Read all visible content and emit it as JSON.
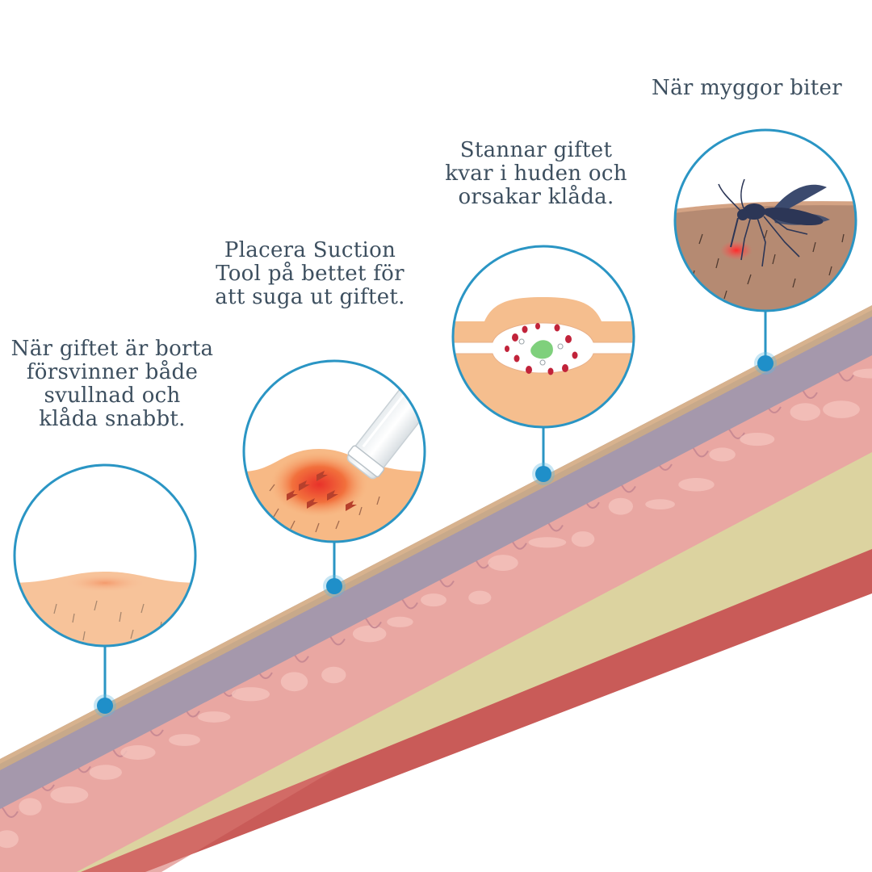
{
  "steps": [
    {
      "id": "step-relief",
      "caption_lines": [
        "När giftet är borta",
        "försvinner både",
        "svullnad och",
        "klåda snabbt."
      ],
      "illustration": "faded-swelling-skin"
    },
    {
      "id": "step-suction",
      "caption_lines": [
        "Placera Suction",
        "Tool på bettet för",
        "att suga ut giftet."
      ],
      "illustration": "suction-tool-on-bite"
    },
    {
      "id": "step-venom",
      "caption_lines": [
        "Stannar giftet",
        "kvar i huden och",
        "orsakar klåda."
      ],
      "illustration": "venom-under-skin"
    },
    {
      "id": "step-bite",
      "caption_lines": [
        "När myggor biter"
      ],
      "illustration": "mosquito-biting-skin"
    }
  ],
  "colors": {
    "callout_ring": "#2a95c4",
    "callout_dot": "#1f8fc9",
    "caption_text": "#3d4f5f",
    "epidermis": "#9f93a8",
    "dermis": "#e9a7a2",
    "fat": "#ece3b6",
    "muscle": "#c95b58"
  }
}
